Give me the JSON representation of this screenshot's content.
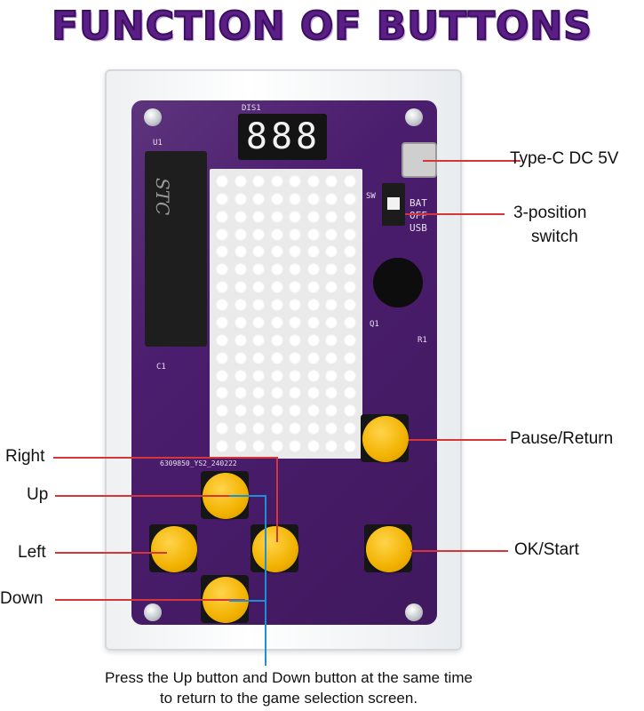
{
  "title": "FUNCTION OF BUTTONS",
  "board": {
    "silk_dis1": "DIS1",
    "silk_u1": "U1",
    "silk_sw": "SW",
    "silk_bat": "BAT",
    "silk_off": "OFF",
    "silk_usb": "USB",
    "silk_q1": "Q1",
    "silk_r1": "R1",
    "silk_c1": "C1",
    "silk_code": "6309850_YS2_240222",
    "chip_brand": "STC",
    "display_digits": "888"
  },
  "labels": {
    "type_c": "Type-C DC 5V",
    "switch_line1": "3-position",
    "switch_line2": "switch",
    "pause_return": "Pause/Return",
    "ok_start": "OK/Start",
    "right": "Right",
    "up": "Up",
    "left": "Left",
    "down": "Down"
  },
  "note": {
    "line1": "Press the Up button and Down button at the same time",
    "line2": "to return to the game selection screen."
  },
  "colors": {
    "title": "#5a1e86",
    "pcb": "#4b1d6e",
    "button": "#f2b200",
    "pointer_red": "#d6363a",
    "pointer_blue": "#1d8fd6"
  }
}
